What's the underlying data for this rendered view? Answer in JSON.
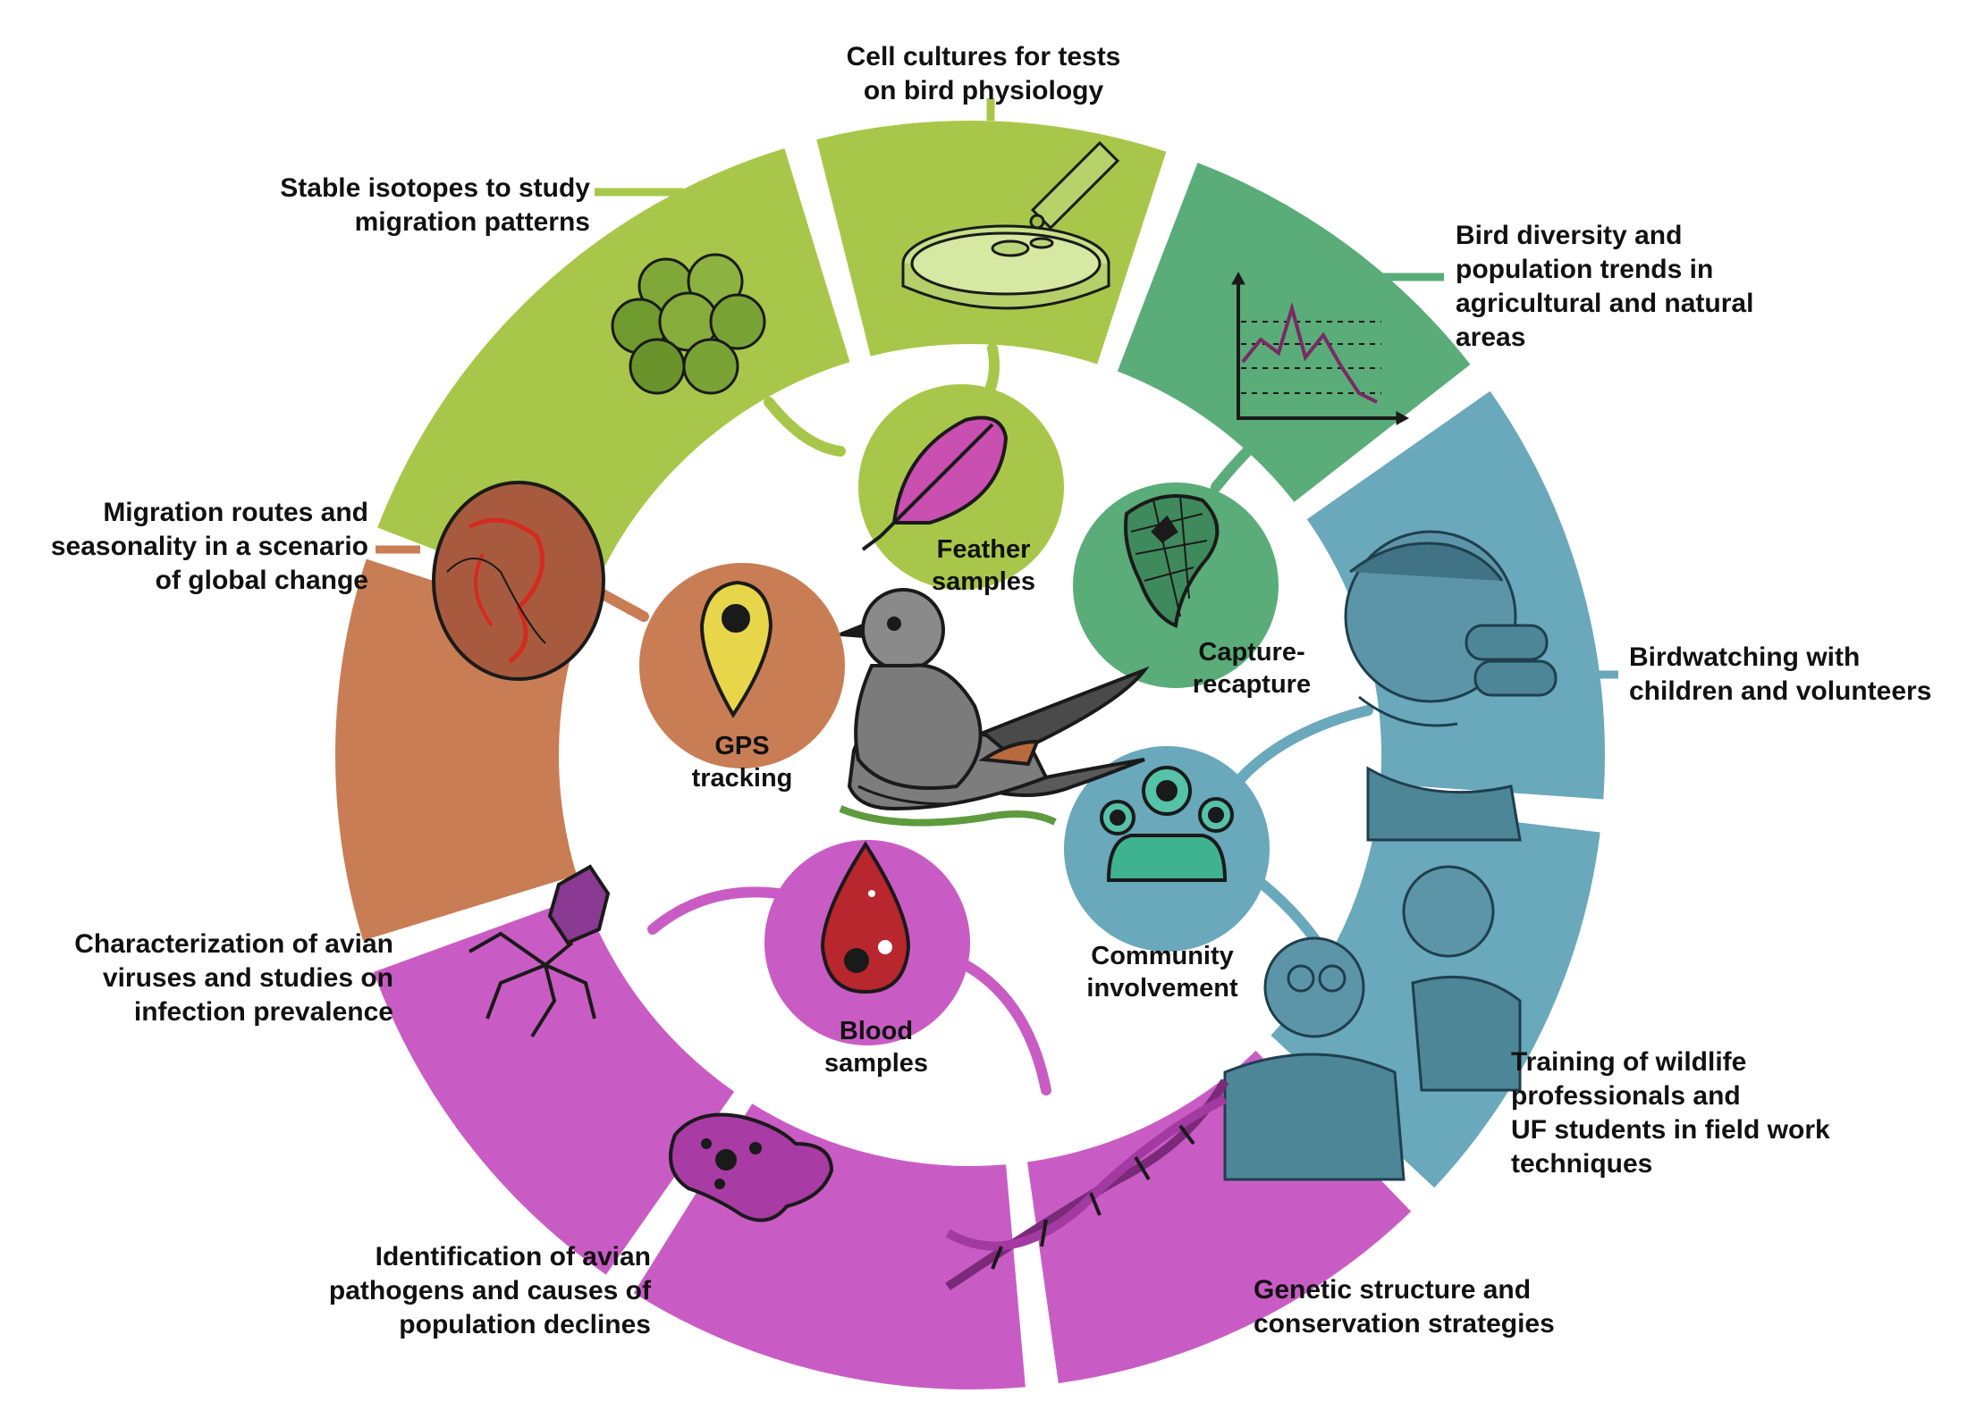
{
  "colors": {
    "lime": "#a8c74a",
    "green": "#5aac78",
    "teal": "#6aa8bc",
    "magenta": "#c95cc4",
    "orange": "#c97d55"
  },
  "labels": {
    "cell_cultures": [
      "Cell cultures for tests",
      "on bird physiology"
    ],
    "stable_isotopes": [
      "Stable isotopes to study",
      "migration patterns"
    ],
    "bird_diversity": [
      "Bird diversity and",
      "population trends in",
      "agricultural and natural",
      "areas"
    ],
    "migration_routes": [
      "Migration routes and",
      "seasonality in a scenario",
      "of global change"
    ],
    "birdwatching": [
      "Birdwatching with",
      "children and volunteers"
    ],
    "viruses": [
      "Characterization of avian",
      "viruses and studies on",
      "infection prevalence"
    ],
    "training": [
      "Training of wildlife",
      "professionals and",
      "UF students in field work",
      "techniques"
    ],
    "pathogens": [
      "Identification of avian",
      "pathogens and causes of",
      "population declines"
    ],
    "genetic": [
      "Genetic structure and",
      "conservation strategies"
    ]
  },
  "hubs": {
    "feather": [
      "Feather",
      "samples"
    ],
    "capture": [
      "Capture-",
      "recapture"
    ],
    "gps": [
      "GPS",
      "tracking"
    ],
    "community": [
      "Community",
      "involvement"
    ],
    "blood": [
      "Blood",
      "samples"
    ]
  },
  "icons": [
    "petri-dish-icon",
    "cell-cluster-icon",
    "line-chart-icon",
    "globe-map-icon",
    "binoculars-person-icon",
    "virus-icon",
    "field-work-people-icon",
    "pathogen-icon",
    "dna-icon",
    "feather-icon",
    "net-icon",
    "map-pin-icon",
    "people-group-icon",
    "blood-drop-icon",
    "catbird-icon"
  ]
}
